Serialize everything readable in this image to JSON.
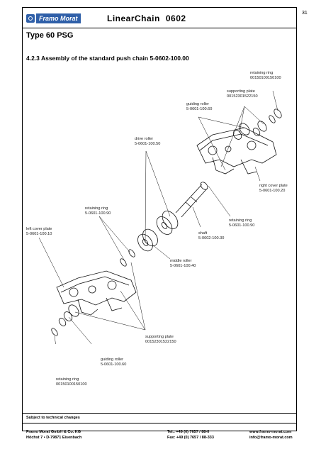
{
  "page_number": "31",
  "header": {
    "logo_text": "Framo Morat",
    "title": "LinearChain",
    "doc_number": "0602"
  },
  "type_heading": "Type 60 PSG",
  "section_heading": "4.2.3  Assembly of the standard push chain 5-0602-100.00",
  "callouts": {
    "retaining_ring_top": {
      "name": "retaining ring",
      "part": "00150100150100"
    },
    "supporting_plate_top": {
      "name": "supporting plate",
      "part": "00152301522150"
    },
    "guiding_roller_top": {
      "name": "guiding roller",
      "part": "5-0601-100.60"
    },
    "drive_roller": {
      "name": "drive roller",
      "part": "5-0601-100.50"
    },
    "right_cover_plate": {
      "name": "right cover plate",
      "part": "5-0601-100.20"
    },
    "retaining_ring_right": {
      "name": "retaining ring",
      "part": "5-0601-100.90"
    },
    "shaft": {
      "name": "shaft",
      "part": "5-0602-100.30"
    },
    "retaining_ring_left": {
      "name": "retaining ring",
      "part": "5-0601-100.90"
    },
    "left_cover_plate": {
      "name": "left cover plate",
      "part": "5-0601-100.10"
    },
    "middle_roller": {
      "name": "middle roller",
      "part": "5-0601-100.40"
    },
    "supporting_plate_bottom": {
      "name": "supporting plate",
      "part": "00152301522150"
    },
    "guiding_roller_bottom": {
      "name": "guiding roller",
      "part": "5-0601-100.60"
    },
    "retaining_ring_bottom": {
      "name": "retaining ring",
      "part": "00150100150100"
    }
  },
  "footer": {
    "note": "Subject to technical changes",
    "company": "Framo Morat GmbH & Co. KG",
    "address": "Höchst 7 • D-79871 Eisenbach",
    "tel": "Tel.: +49 (0) 7657 / 88-0",
    "fax": "Fax: +49 (0) 7657 / 88-333",
    "web": "www.framo-morat.com",
    "email": "info@framo-morat.com"
  }
}
